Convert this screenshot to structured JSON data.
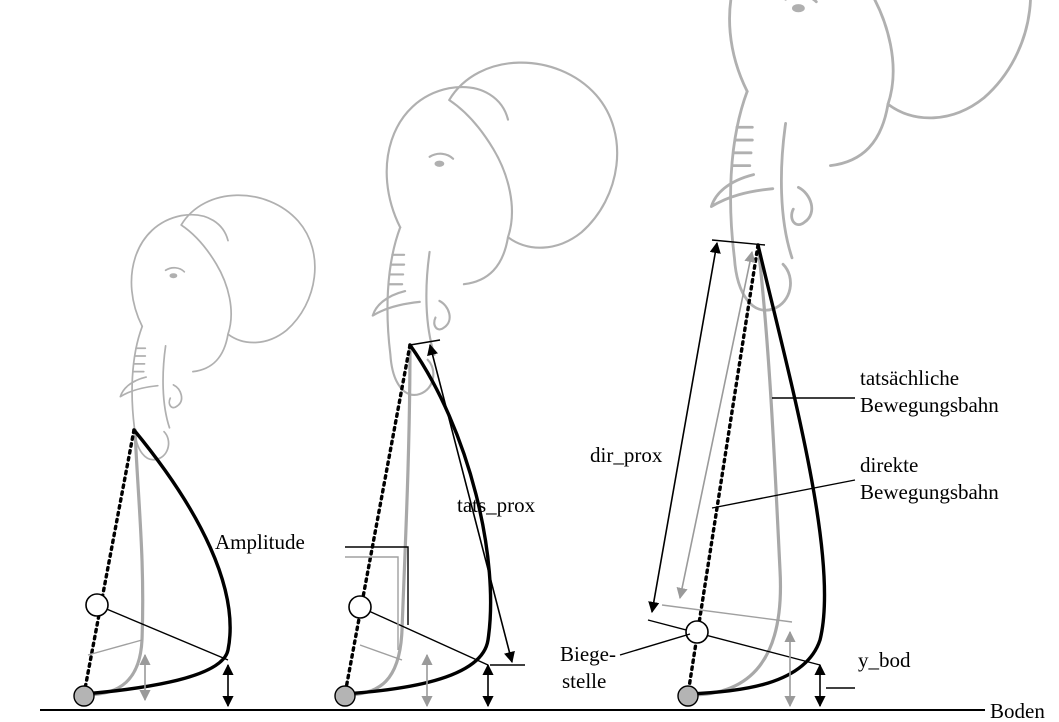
{
  "labels": {
    "amplitude": "Amplitude",
    "tats_prox": "tats_prox",
    "dir_prox": "dir_prox",
    "actual_path_line1": "tatsächliche",
    "actual_path_line2": "Bewegungsbahn",
    "direct_path_line1": "direkte",
    "direct_path_line2": "Bewegungsbahn",
    "bend_line1": "Biege-",
    "bend_line2": "stelle",
    "y_bod": "y_bod",
    "ground": "Boden"
  },
  "colors": {
    "elephant_outline": "#b0b0b0",
    "path_black": "#000000",
    "path_grey": "#a8a8a8",
    "foot_fill": "#b4b4b4"
  }
}
